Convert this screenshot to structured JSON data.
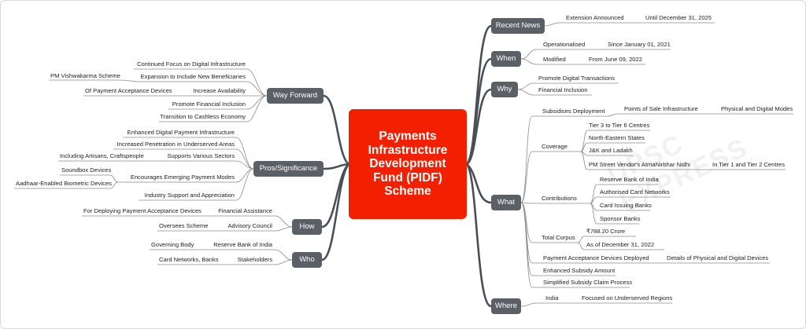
{
  "center_title": [
    "Payments",
    "Infrastructure",
    "Development",
    "Fund (PIDF)",
    "Scheme"
  ],
  "watermark": "UPSC EXPRESS",
  "branches": {
    "recent_news": "Recent News",
    "when": "When",
    "why": "Why",
    "what": "What",
    "where": "Where",
    "way_forward": "Way Forward",
    "pros": "Pros/Significance",
    "how": "How",
    "who": "Who"
  },
  "recent_news": {
    "extension": "Extension Announced",
    "until": "Until December 31, 2025"
  },
  "when": {
    "operationalised": "Operationalised",
    "since": "Since January 01, 2021",
    "modified": "Modified",
    "from": "From June 09, 2022"
  },
  "why": {
    "promote": "Promote Digital Transactions",
    "inclusion": "Financial Inclusion"
  },
  "what": {
    "subsidises": "Subsidises Deployment",
    "pos": "Points of Sale Infrastructure",
    "modes": "Physical and Digital Modes",
    "coverage": "Coverage",
    "tier": "Tier 3 to Tier 6 Centres",
    "north_east": "North-Eastern States",
    "jk": "J&K and Ladakh",
    "pm_street": "PM Street Vendor's AtmaNirbhar Nidhi",
    "tier12": "In Tier 1 and Tier 2 Centres",
    "contributions": "Contributions",
    "rbi": "Reserve Bank of India",
    "card_networks": "Authorised Card Networks",
    "card_banks": "Card Issuing Banks",
    "sponsor": "Sponsor Banks",
    "corpus": "Total Corpus",
    "crore": "₹788.20 Crore",
    "as_of": "As of December 31, 2022",
    "devices_deployed": "Payment Acceptance Devices Deployed",
    "devices_details": "Details of Physical and Digital Devices",
    "enhanced": "Enhanced Subsidy Amount",
    "simplified": "Simplified Subsidy Claim Process"
  },
  "where": {
    "india": "India",
    "focused": "Focused on Underserved Regions"
  },
  "way_forward": {
    "continued": "Continued Focus on Digital Infrastructure",
    "expansion": "Expansion to Include New Beneficiaries",
    "pm_vishwakarma": "PM Vishwakarma Scheme",
    "increase": "Increase Availability",
    "of_devices": "Of Payment Acceptance Devices",
    "promote_fi": "Promote Financial Inclusion",
    "transition": "Transition to Cashless Economy"
  },
  "pros": {
    "enhanced": "Enhanced Digital Payment Infrastructure",
    "increased": "Increased Penetration in Underserved Areas",
    "supports": "Supports Various Sectors",
    "artisans": "Including Artisans, Craftspeople",
    "encourages": "Encourages Emerging Payment Modes",
    "soundbox": "Soundbox Devices",
    "aadhaar": "Aadhaar-Enabled Biometric Devices",
    "industry": "Industry Support and Appreciation"
  },
  "how": {
    "financial": "Financial Assistance",
    "deploying": "For Deploying Payment Acceptance Devices",
    "advisory": "Advisory Council",
    "oversees": "Oversees Scheme"
  },
  "who": {
    "governing": "Governing Body",
    "rbi": "Reserve Bank of India",
    "stakeholders": "Stakeholders",
    "networks": "Card Networks, Banks"
  }
}
